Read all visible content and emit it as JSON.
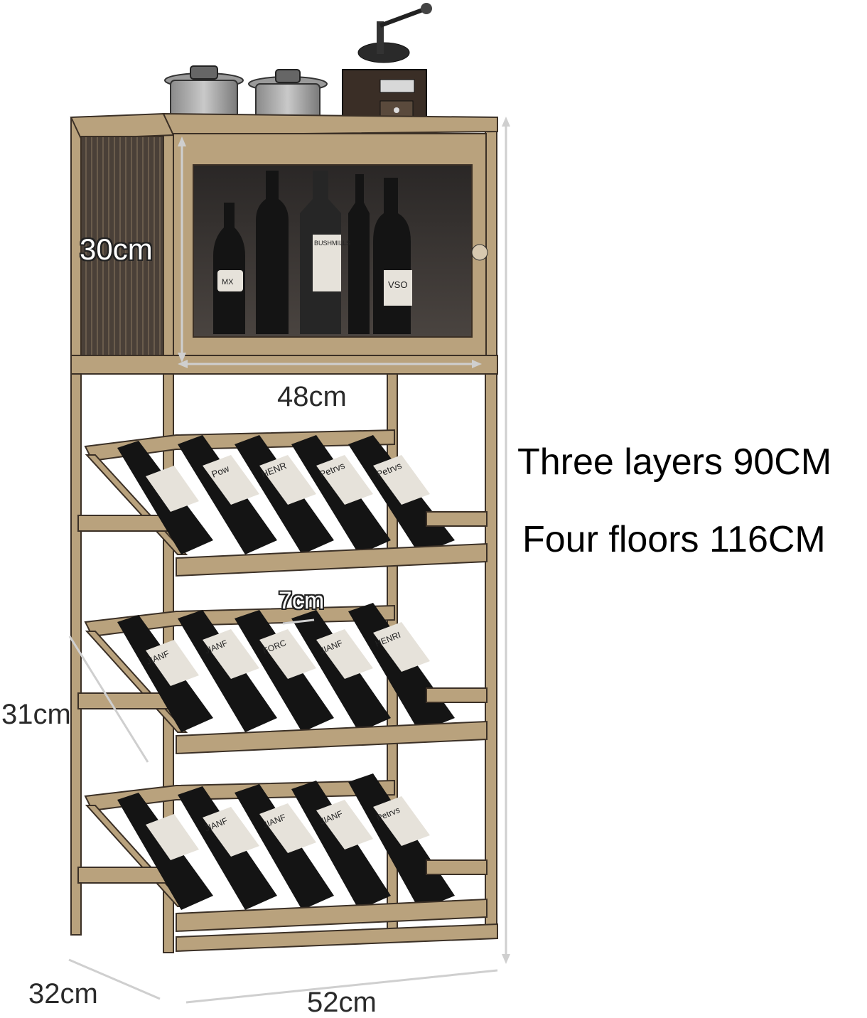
{
  "dimensions": {
    "cabinet_height": "30cm",
    "cabinet_width": "48cm",
    "bottle_gap": "7cm",
    "shelf_depth": "31cm",
    "base_depth": "32cm",
    "base_width": "52cm"
  },
  "heights": {
    "three_layers": "Three layers 90CM",
    "four_floors": "Four floors 116CM"
  },
  "bottle_labels": {
    "top_cabinet": [
      "MX",
      "BUSHMILLS",
      "VSO"
    ],
    "row1": [
      "Pow",
      "HENR",
      "Petrvs",
      "Petrvs"
    ],
    "row2": [
      "JIANF",
      "JIANF",
      "FORC",
      "JIANF",
      "HENRI"
    ],
    "row3": [
      "JIANF",
      "JIANF",
      "JIANF",
      "Petrvs"
    ]
  },
  "colors": {
    "wood": "#b9a27d",
    "wood_dark": "#5a4a36",
    "glass": "#3a3532",
    "bottle": "#141414",
    "label": "#e6e2da",
    "arrow": "#cfcfcf"
  }
}
